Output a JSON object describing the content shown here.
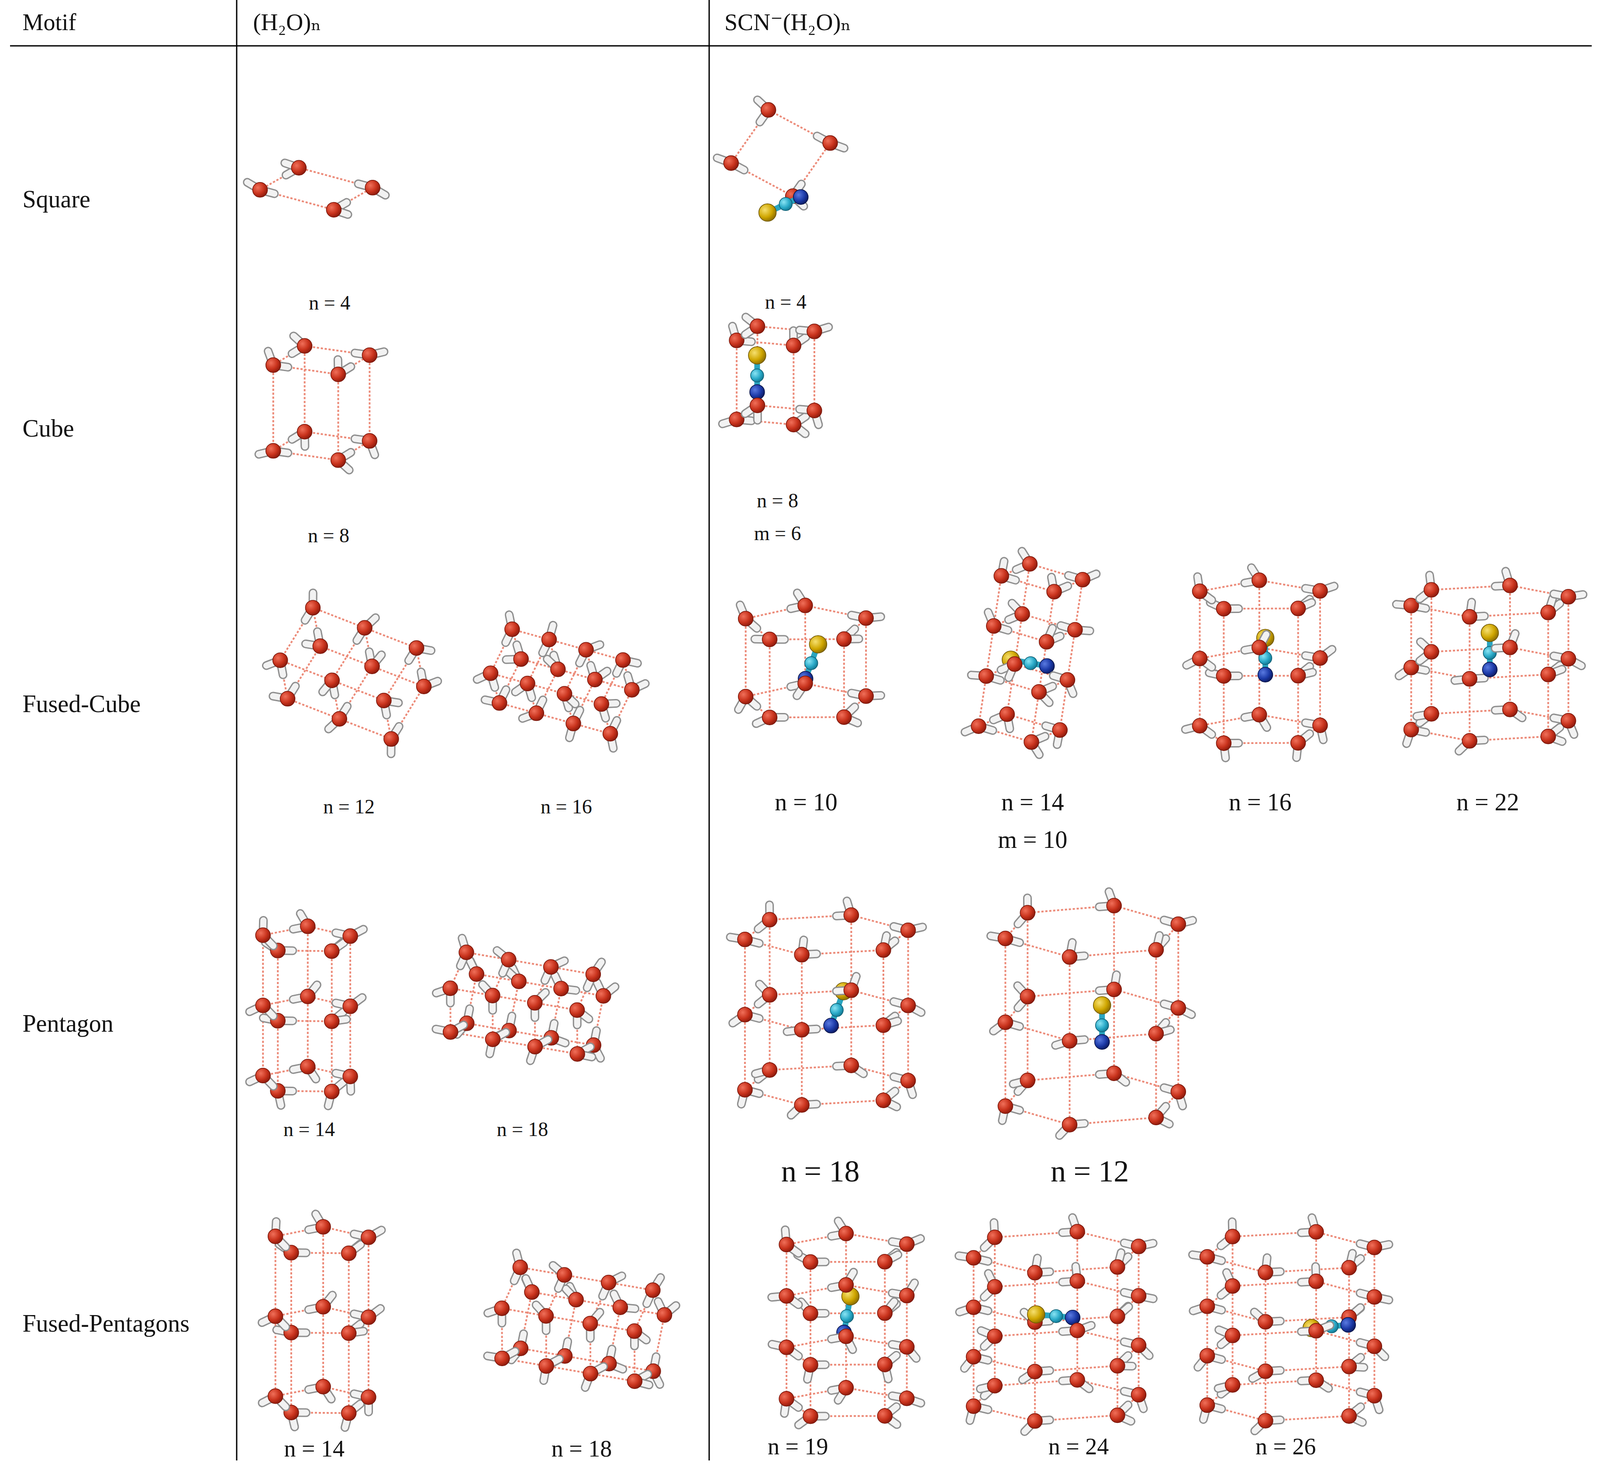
{
  "diagram": {
    "labels": [
      "Motif",
      "(H₂O)ₙ",
      "SCN⁻(H₂O)ₙ",
      "Square",
      "n = 4",
      "n = 4",
      "Cube",
      "n = 8",
      "n = 8",
      "m = 6",
      "Fused-Cube",
      "n = 12",
      "n = 16",
      "n = 10",
      "n = 14",
      "n = 16",
      "n = 22",
      "m = 10",
      "Pentagon",
      "n = 14",
      "n = 18",
      "n = 18",
      "n = 12",
      "Fused-Pentagons",
      "n = 14",
      "n = 18",
      "n = 19",
      "n = 24",
      "n = 26"
    ]
  }
}
